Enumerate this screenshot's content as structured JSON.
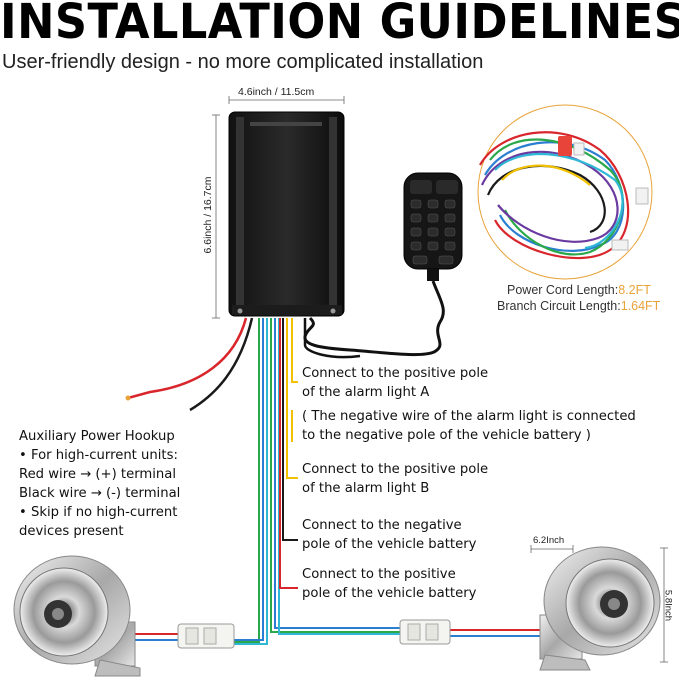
{
  "header": {
    "title": "INSTALLATION GUIDELINES",
    "subtitle": "User-friendly design - no more complicated installation"
  },
  "dimensions": {
    "box_width": "4.6inch / 11.5cm",
    "box_height": "6.6inch / 16.7cm",
    "speaker_width": "6.2Inch",
    "speaker_height": "5.8Inch"
  },
  "cable_spec": {
    "power_cord_label": "Power Cord Length:",
    "power_cord_value": "8.2FT",
    "branch_label": "Branch Circuit Length:",
    "branch_value": "1.64FT"
  },
  "auxiliary": {
    "line1": "Auxiliary Power Hookup",
    "line2": "• For high-current units:",
    "line3": "Red wire → (+) terminal",
    "line4": "Black wire → (-) terminal",
    "line5": "• Skip if no high-current",
    "line6": "devices present"
  },
  "annotations": {
    "a1_line1": "Connect to the positive pole",
    "a1_line2": "of the alarm light A",
    "note_line1": "( The negative wire of the alarm light is connected",
    "note_line2": "to the negative pole of the vehicle battery )",
    "b_line1": "Connect to the positive pole",
    "b_line2": "of the alarm light B",
    "neg_line1": "Connect to the negative",
    "neg_line2": "pole of the vehicle battery",
    "pos_line1": "Connect to the positive",
    "pos_line2": "pole of the vehicle battery"
  },
  "colors": {
    "yellow_wire": "#f2c200",
    "red_wire": "#d8262c",
    "black_wire": "#1a1a1a",
    "green_wire": "#2aa84a",
    "blue_wire": "#2b7fd0",
    "cyan_wire": "#2fb8d6",
    "accent_orange": "#e8a33a"
  },
  "icons": [
    "amplifier-box-icon",
    "controller-icon",
    "wire-harness-icon",
    "speaker-icon",
    "connector-icon"
  ]
}
